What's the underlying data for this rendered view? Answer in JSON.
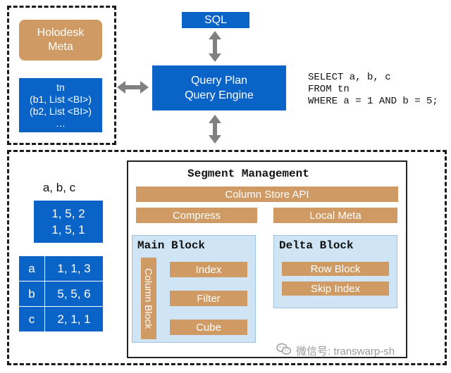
{
  "metastore": {
    "holodesk_meta": "Holodesk\nMeta",
    "tn_schema": "tn\n(b1, List <BI>)\n(b2, List <BI>)\n…"
  },
  "sql_box": "SQL",
  "query_box": "Query Plan\nQuery Engine",
  "sql_query": "SELECT a, b, c\nFROM tn\nWHERE a = 1 AND b = 5;",
  "row_data": {
    "header": "a, b, c",
    "rows": "1, 5, 2\n1, 5, 1"
  },
  "column_data": [
    {
      "col": "a",
      "values": "1, 1, 3"
    },
    {
      "col": "b",
      "values": "5, 5, 6"
    },
    {
      "col": "c",
      "values": "2, 1, 1"
    }
  ],
  "segment": {
    "title": "Segment Management",
    "column_store_api": "Column Store API",
    "compress": "Compress",
    "local_meta": "Local Meta",
    "main_block": {
      "title": "Main Block",
      "column_block": "Column Block",
      "index": "Index",
      "filter": "Filter",
      "cube": "Cube"
    },
    "delta_block": {
      "title": "Delta Block",
      "row_block": "Row Block",
      "skip_index": "Skip Index"
    }
  },
  "watermark": "微信号: transwarp-sh",
  "colors": {
    "blue": "#0a64c8",
    "orange": "#cf9a63",
    "light_blue": "#cfe4f4",
    "arrow_gray": "#808080"
  }
}
